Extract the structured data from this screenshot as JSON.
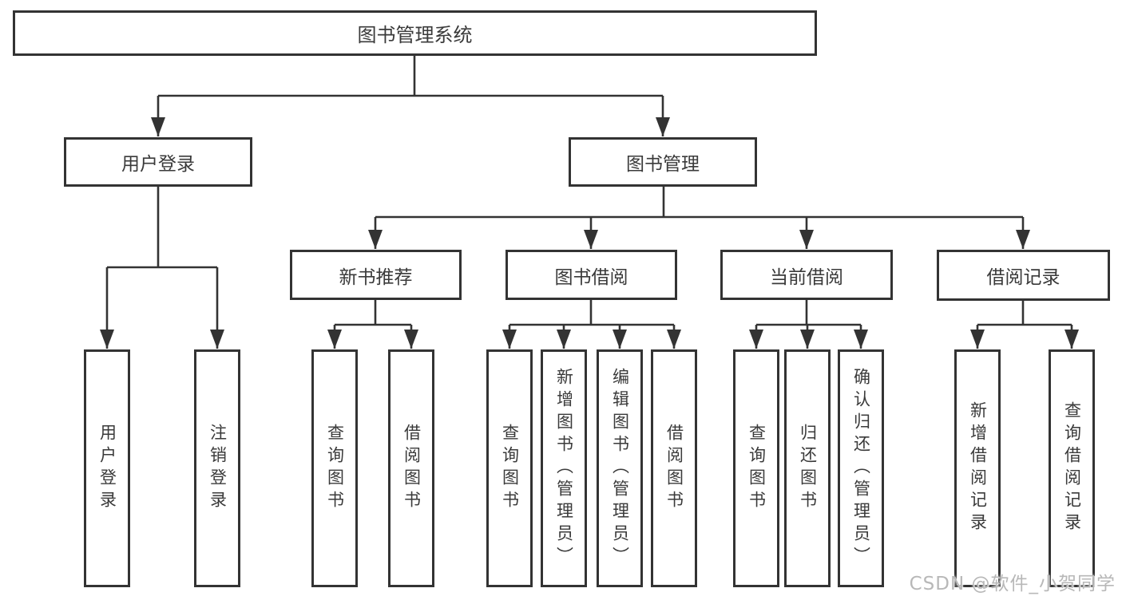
{
  "tree": {
    "root": {
      "label": "图书管理系统",
      "children": [
        {
          "label": "用户登录",
          "children": [
            {
              "label": "用户登录"
            },
            {
              "label": "注销登录"
            }
          ]
        },
        {
          "label": "图书管理",
          "children": [
            {
              "label": "新书推荐",
              "children": [
                {
                  "label": "查询图书"
                },
                {
                  "label": "借阅图书"
                }
              ]
            },
            {
              "label": "图书借阅",
              "children": [
                {
                  "label": "查询图书"
                },
                {
                  "label": "新增图书（管理员）"
                },
                {
                  "label": "编辑图书（管理员）"
                },
                {
                  "label": "借阅图书"
                }
              ]
            },
            {
              "label": "当前借阅",
              "children": [
                {
                  "label": "查询图书"
                },
                {
                  "label": "归还图书"
                },
                {
                  "label": "确认归还（管理员）"
                }
              ]
            },
            {
              "label": "借阅记录",
              "children": [
                {
                  "label": "新增借阅记录"
                },
                {
                  "label": "查询借阅记录"
                }
              ]
            }
          ]
        }
      ]
    }
  },
  "watermark": {
    "text": "CSDN @软件_小贺同学"
  },
  "colors": {
    "line": "#333333",
    "box_border": "#333333",
    "text": "#3a3a3a",
    "watermark": "#b8b8b8",
    "background": "#ffffff"
  }
}
